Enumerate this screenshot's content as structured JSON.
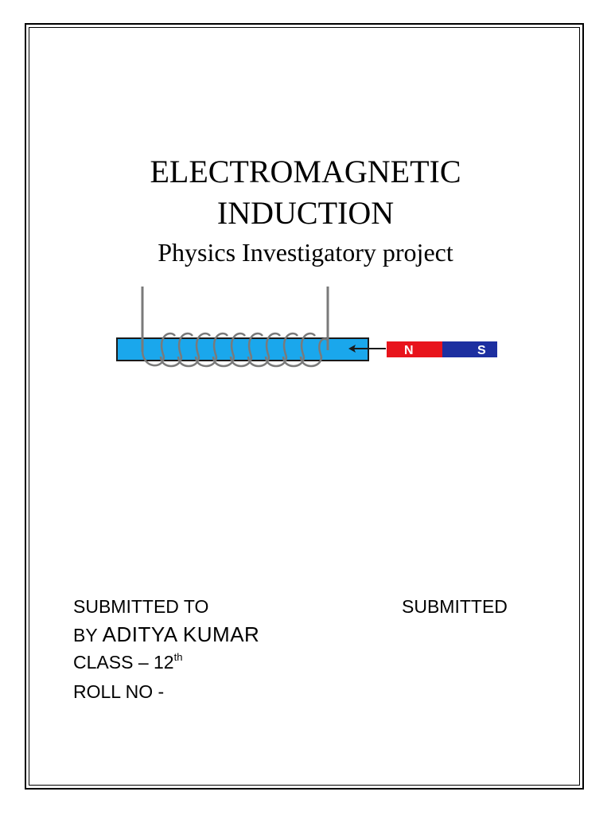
{
  "title": {
    "line1": "ELECTROMAGNETIC",
    "line2": "INDUCTION",
    "subtitle": "Physics Investigatory project"
  },
  "diagram": {
    "magnet_north_label": "N",
    "magnet_south_label": "S",
    "colors": {
      "core": "#1aa7ec",
      "north": "#e8141c",
      "south": "#1d2fa0",
      "coil": "#7a7a7a"
    }
  },
  "details": {
    "submitted_to": "SUBMITTED TO",
    "submitted": "SUBMITTED",
    "by_prefix": "BY ",
    "name": "ADITYA KUMAR",
    "class_prefix": "CLASS – 12",
    "class_suffix": "th",
    "roll_no": "ROLL NO -"
  }
}
